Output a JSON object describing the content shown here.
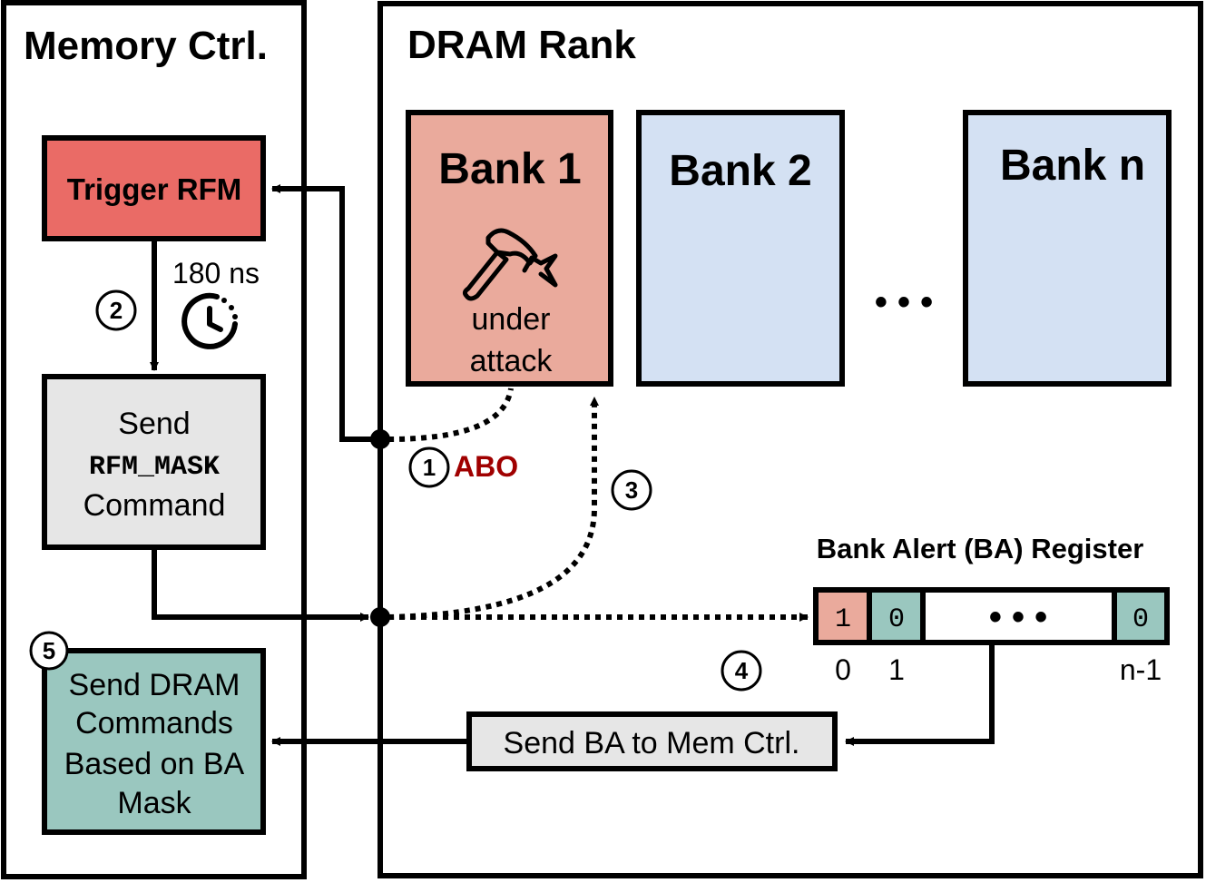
{
  "memory_ctrl": {
    "title": "Memory Ctrl.",
    "trigger_rfm": {
      "label": "Trigger RFM",
      "color": "#ea6b66"
    },
    "timing": {
      "label": "180 ns",
      "icon": "clock-icon"
    },
    "send_rfm_mask": {
      "line1": "Send",
      "line2": "RFM_MASK",
      "line3": "Command",
      "color": "#e6e6e6"
    },
    "send_dram_cmds": {
      "lines": [
        "Send DRAM",
        "Commands",
        "Based on BA",
        "Mask"
      ],
      "color": "#9ac7bf"
    }
  },
  "dram_rank": {
    "title": "DRAM Rank",
    "banks": [
      {
        "name": "Bank 1",
        "status_line1": "under",
        "status_line2": "attack",
        "icon": "hammer-icon",
        "color": "#eaaa9c"
      },
      {
        "name": "Bank 2",
        "color": "#d4e1f3"
      },
      {
        "name": "Bank n",
        "color": "#d4e1f3"
      }
    ],
    "ellipsis": "• • •",
    "ba_register": {
      "title": "Bank Alert (BA) Register",
      "bits": [
        {
          "value": "1",
          "index": "0",
          "color": "#eaaa9c"
        },
        {
          "value": "0",
          "index": "1",
          "color": "#9ac7bf"
        },
        {
          "value": "0",
          "index": "n-1",
          "color": "#9ac7bf"
        }
      ],
      "ellipsis": "• • •"
    },
    "send_ba": {
      "label": "Send BA to Mem Ctrl.",
      "color": "#e6e6e6"
    }
  },
  "steps": [
    {
      "num": "1",
      "label": "ABO",
      "label_color": "#a00000"
    },
    {
      "num": "2"
    },
    {
      "num": "3"
    },
    {
      "num": "4"
    },
    {
      "num": "5"
    }
  ]
}
